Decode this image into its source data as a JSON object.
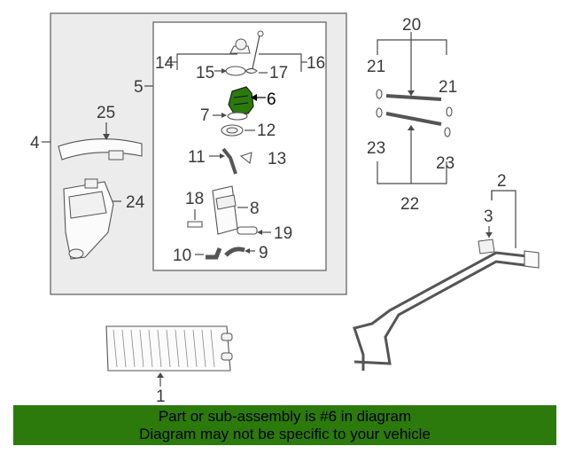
{
  "callouts": [
    {
      "id": "1",
      "label": "1"
    },
    {
      "id": "2",
      "label": "2"
    },
    {
      "id": "3",
      "label": "3"
    },
    {
      "id": "4",
      "label": "4"
    },
    {
      "id": "5",
      "label": "5"
    },
    {
      "id": "6",
      "label": "6"
    },
    {
      "id": "7",
      "label": "7"
    },
    {
      "id": "8",
      "label": "8"
    },
    {
      "id": "9",
      "label": "9"
    },
    {
      "id": "10",
      "label": "10"
    },
    {
      "id": "11",
      "label": "11"
    },
    {
      "id": "12",
      "label": "12"
    },
    {
      "id": "13",
      "label": "13"
    },
    {
      "id": "14",
      "label": "14"
    },
    {
      "id": "15",
      "label": "15"
    },
    {
      "id": "16",
      "label": "16"
    },
    {
      "id": "17",
      "label": "17"
    },
    {
      "id": "18",
      "label": "18"
    },
    {
      "id": "19",
      "label": "19"
    },
    {
      "id": "20",
      "label": "20"
    },
    {
      "id": "21a",
      "label": "21"
    },
    {
      "id": "21b",
      "label": "21"
    },
    {
      "id": "22",
      "label": "22"
    },
    {
      "id": "23a",
      "label": "23"
    },
    {
      "id": "23b",
      "label": "23"
    },
    {
      "id": "24",
      "label": "24"
    },
    {
      "id": "25",
      "label": "25"
    }
  ],
  "highlight": {
    "part": "6",
    "color": "#2b7a0b"
  },
  "footer": {
    "line1": "Part or sub-assembly is #6 in diagram",
    "line2": "Diagram may not be specific to your vehicle"
  }
}
